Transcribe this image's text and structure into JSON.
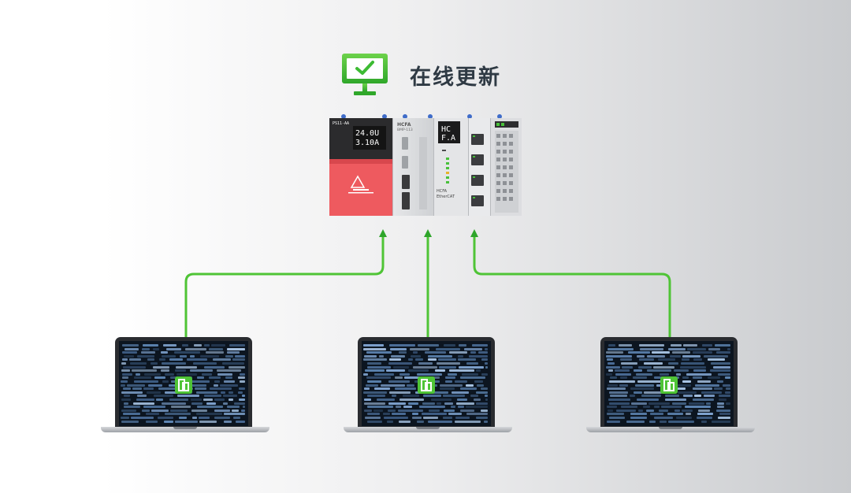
{
  "header": {
    "title": "在线更新",
    "icon": "monitor-check-icon"
  },
  "plc": {
    "power_module": {
      "model_label": "PS11-AA",
      "display_line1": "24.0U",
      "display_line2": "3.10A"
    },
    "cpu_module": {
      "brand": "HCFA",
      "model": "BMP-113"
    },
    "status_module": {
      "display_line1": "HC",
      "display_line2": "F.A",
      "caption_line1": "HCFA",
      "caption_line2": "EtherCAT"
    }
  },
  "laptops": [
    {
      "name": "laptop-left",
      "screen_icon": "app-update-icon"
    },
    {
      "name": "laptop-center",
      "screen_icon": "app-update-icon"
    },
    {
      "name": "laptop-right",
      "screen_icon": "app-update-icon"
    }
  ],
  "colors": {
    "accent_green": "#4fc436",
    "accent_green_dark": "#2e9e2a",
    "title_text": "#2f3a44",
    "power_module_red": "#ee5a5f",
    "display_bg": "#1c1c1c",
    "display_text": "#ffffff"
  }
}
